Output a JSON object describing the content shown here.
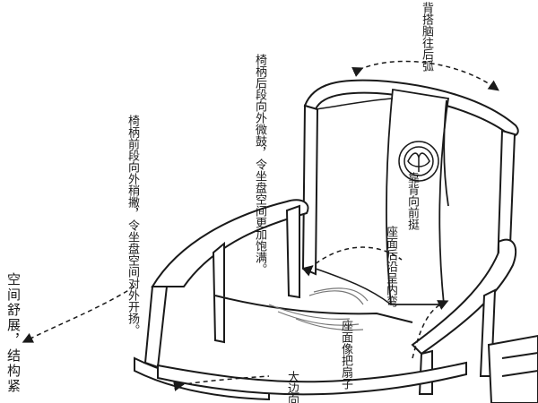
{
  "annotations": {
    "back_rail": "背搭脑往后弧",
    "rear_armrest": "椅柄后段向外微鼓，令坐盘空间更加饱满。",
    "front_armrest": "椅柄前段向外稍撇，令坐盘空间对外开扬。",
    "backrest": "靠背向前挺",
    "seat_rear": "座面后沿呈内弯",
    "seat_fan": "座面像把扇子",
    "big_edge": "大边向",
    "side_note": "空间舒展，结构紧"
  },
  "colors": {
    "line": "#1a1a1a",
    "hatch": "#777777"
  }
}
